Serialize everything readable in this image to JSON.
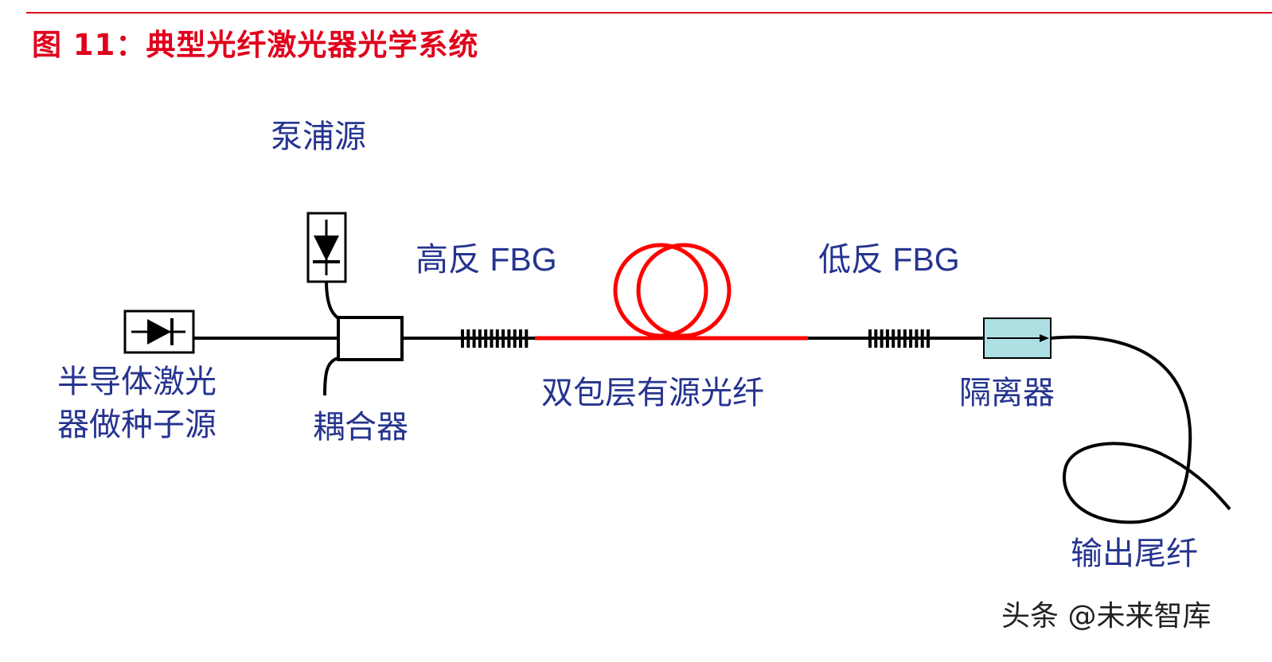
{
  "title": "图 11：典型光纤激光器光学系统",
  "labels": {
    "pump": "泵浦源",
    "hr_fbg": "高反 FBG",
    "lr_fbg": "低反 FBG",
    "seed_line1": "半导体激光",
    "seed_line2": "器做种子源",
    "coupler": "耦合器",
    "active_fiber": "双包层有源光纤",
    "isolator": "隔离器",
    "output_fiber": "输出尾纤"
  },
  "watermark": "头条 @未来智库",
  "colors": {
    "title": "#e0001c",
    "label": "#26348f",
    "active_fiber": "#ff0000",
    "fiber": "#000000",
    "isolator_fill": "#aee0e3"
  }
}
